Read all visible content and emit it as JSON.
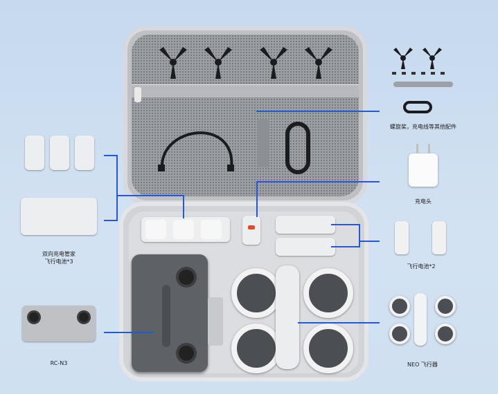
{
  "labels": {
    "accessories": "螺旋桨，充电线等其他配件",
    "charger": "充电头",
    "hub_line1": "双向充电管家",
    "hub_line2": "飞行电池*3",
    "batteries": "飞行电池*2",
    "controller": "RC-N3",
    "drone": "NEO 飞行器"
  },
  "colors": {
    "background": "#c9dcef",
    "leader_line": "#2458d6",
    "case": "#c4c5c8"
  }
}
